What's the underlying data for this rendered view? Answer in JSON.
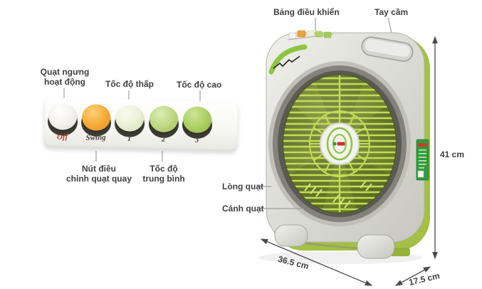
{
  "figure": {
    "background": "#ffffff",
    "accent_green": "#8dc63f",
    "label_color": "#3f3f3f"
  },
  "left_panel": {
    "labels": {
      "off": "Quạt ngưng\nhoạt động",
      "low_speed": "Tốc độ thấp",
      "high_speed": "Tốc độ cao",
      "swing": "Nút điều\nchỉnh quạt quay",
      "medium_speed": "Tốc độ\ntrung bình"
    },
    "buttons": [
      {
        "label": "Off",
        "color": "#f2f1ec",
        "label_color": "#b3372c"
      },
      {
        "label": "Swing",
        "color": "#f5a832",
        "label_color": "#4a453c"
      },
      {
        "label": "1",
        "color": "#e9efd2",
        "label_color": "#4a453c"
      },
      {
        "label": "2",
        "color": "#bcd57c",
        "label_color": "#4a453c"
      },
      {
        "label": "3",
        "color": "#a9ce5f",
        "label_color": "#4a453c"
      }
    ]
  },
  "fan": {
    "labels": {
      "control_panel": "Bảng điều khiển",
      "handle": "Tay cầm",
      "cage": "Lòng quạt",
      "blades": "Cánh quạt"
    },
    "dimensions": {
      "height": "41 cm",
      "width": "36.5 cm",
      "depth": "17.5 cm"
    }
  }
}
